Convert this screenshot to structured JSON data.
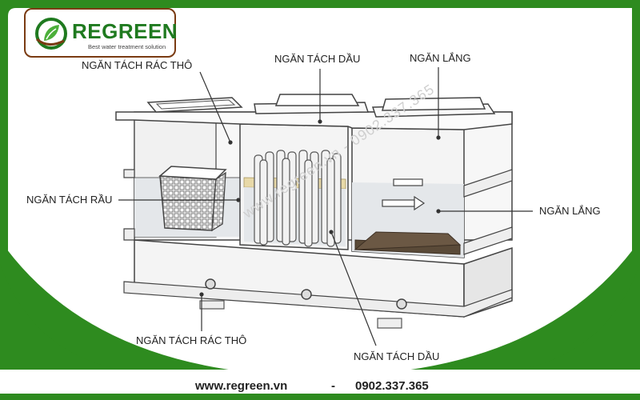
{
  "logo": {
    "name": "REGREEN",
    "slogan": "Best water treatment solution"
  },
  "watermark": "www.regreen.vn - 0902.337.365",
  "labels": {
    "top_left": "NGĂN TÁCH RÁC THÔ",
    "top_middle": "NGĂN TÁCH DẦU",
    "top_right": "NGĂN LẮNG",
    "left": "NGĂN TÁCH RẦU",
    "right": "NGĂN LẮNG",
    "bottom_left": "NGĂN TÁCH RÁC THÔ",
    "bottom_right": "NGĂN TÁCH DẦU"
  },
  "footer": {
    "website": "www.regreen.vn",
    "separator": "-",
    "phone": "0902.337.365"
  },
  "colors": {
    "green": "#2e8b1f",
    "dark_green": "#1f6e16",
    "logo_border": "#7a3b12",
    "sediment": "#5a4a38",
    "oil_layer": "#e8d9a8"
  }
}
